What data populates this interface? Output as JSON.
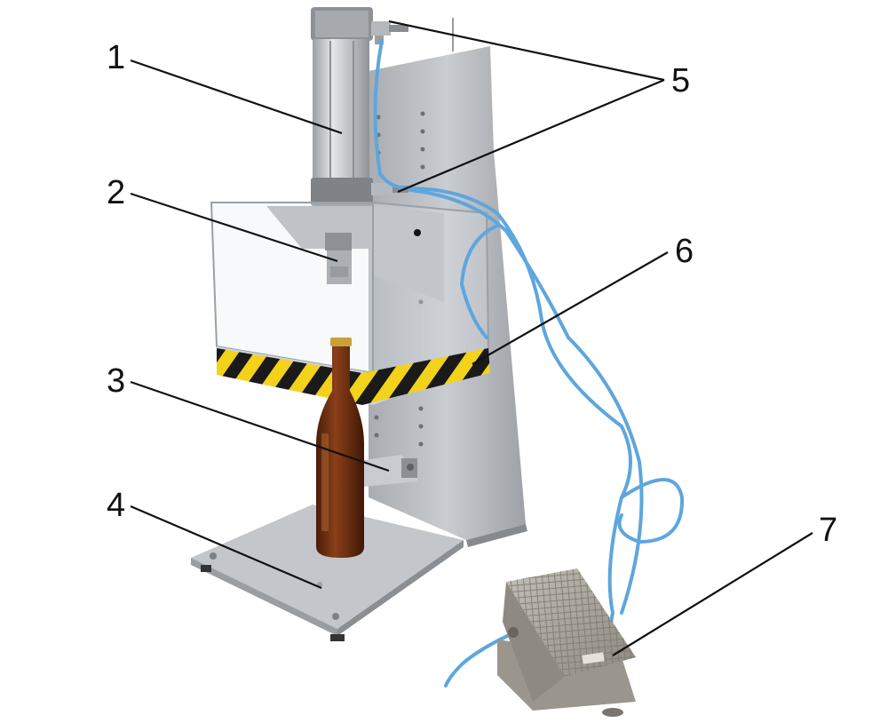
{
  "callouts": {
    "c1": "1",
    "c2": "2",
    "c3": "3",
    "c4": "4",
    "c5": "5",
    "c6": "6",
    "c7": "7"
  },
  "colors": {
    "steel": "#b9bcc0",
    "steel_dark": "#8e9195",
    "tube": "#5ea6dd",
    "bottle": "#6b2e12",
    "hazard_yellow": "#f2d21b",
    "hazard_black": "#1a1a1a",
    "pedal": "#a8a49c"
  }
}
